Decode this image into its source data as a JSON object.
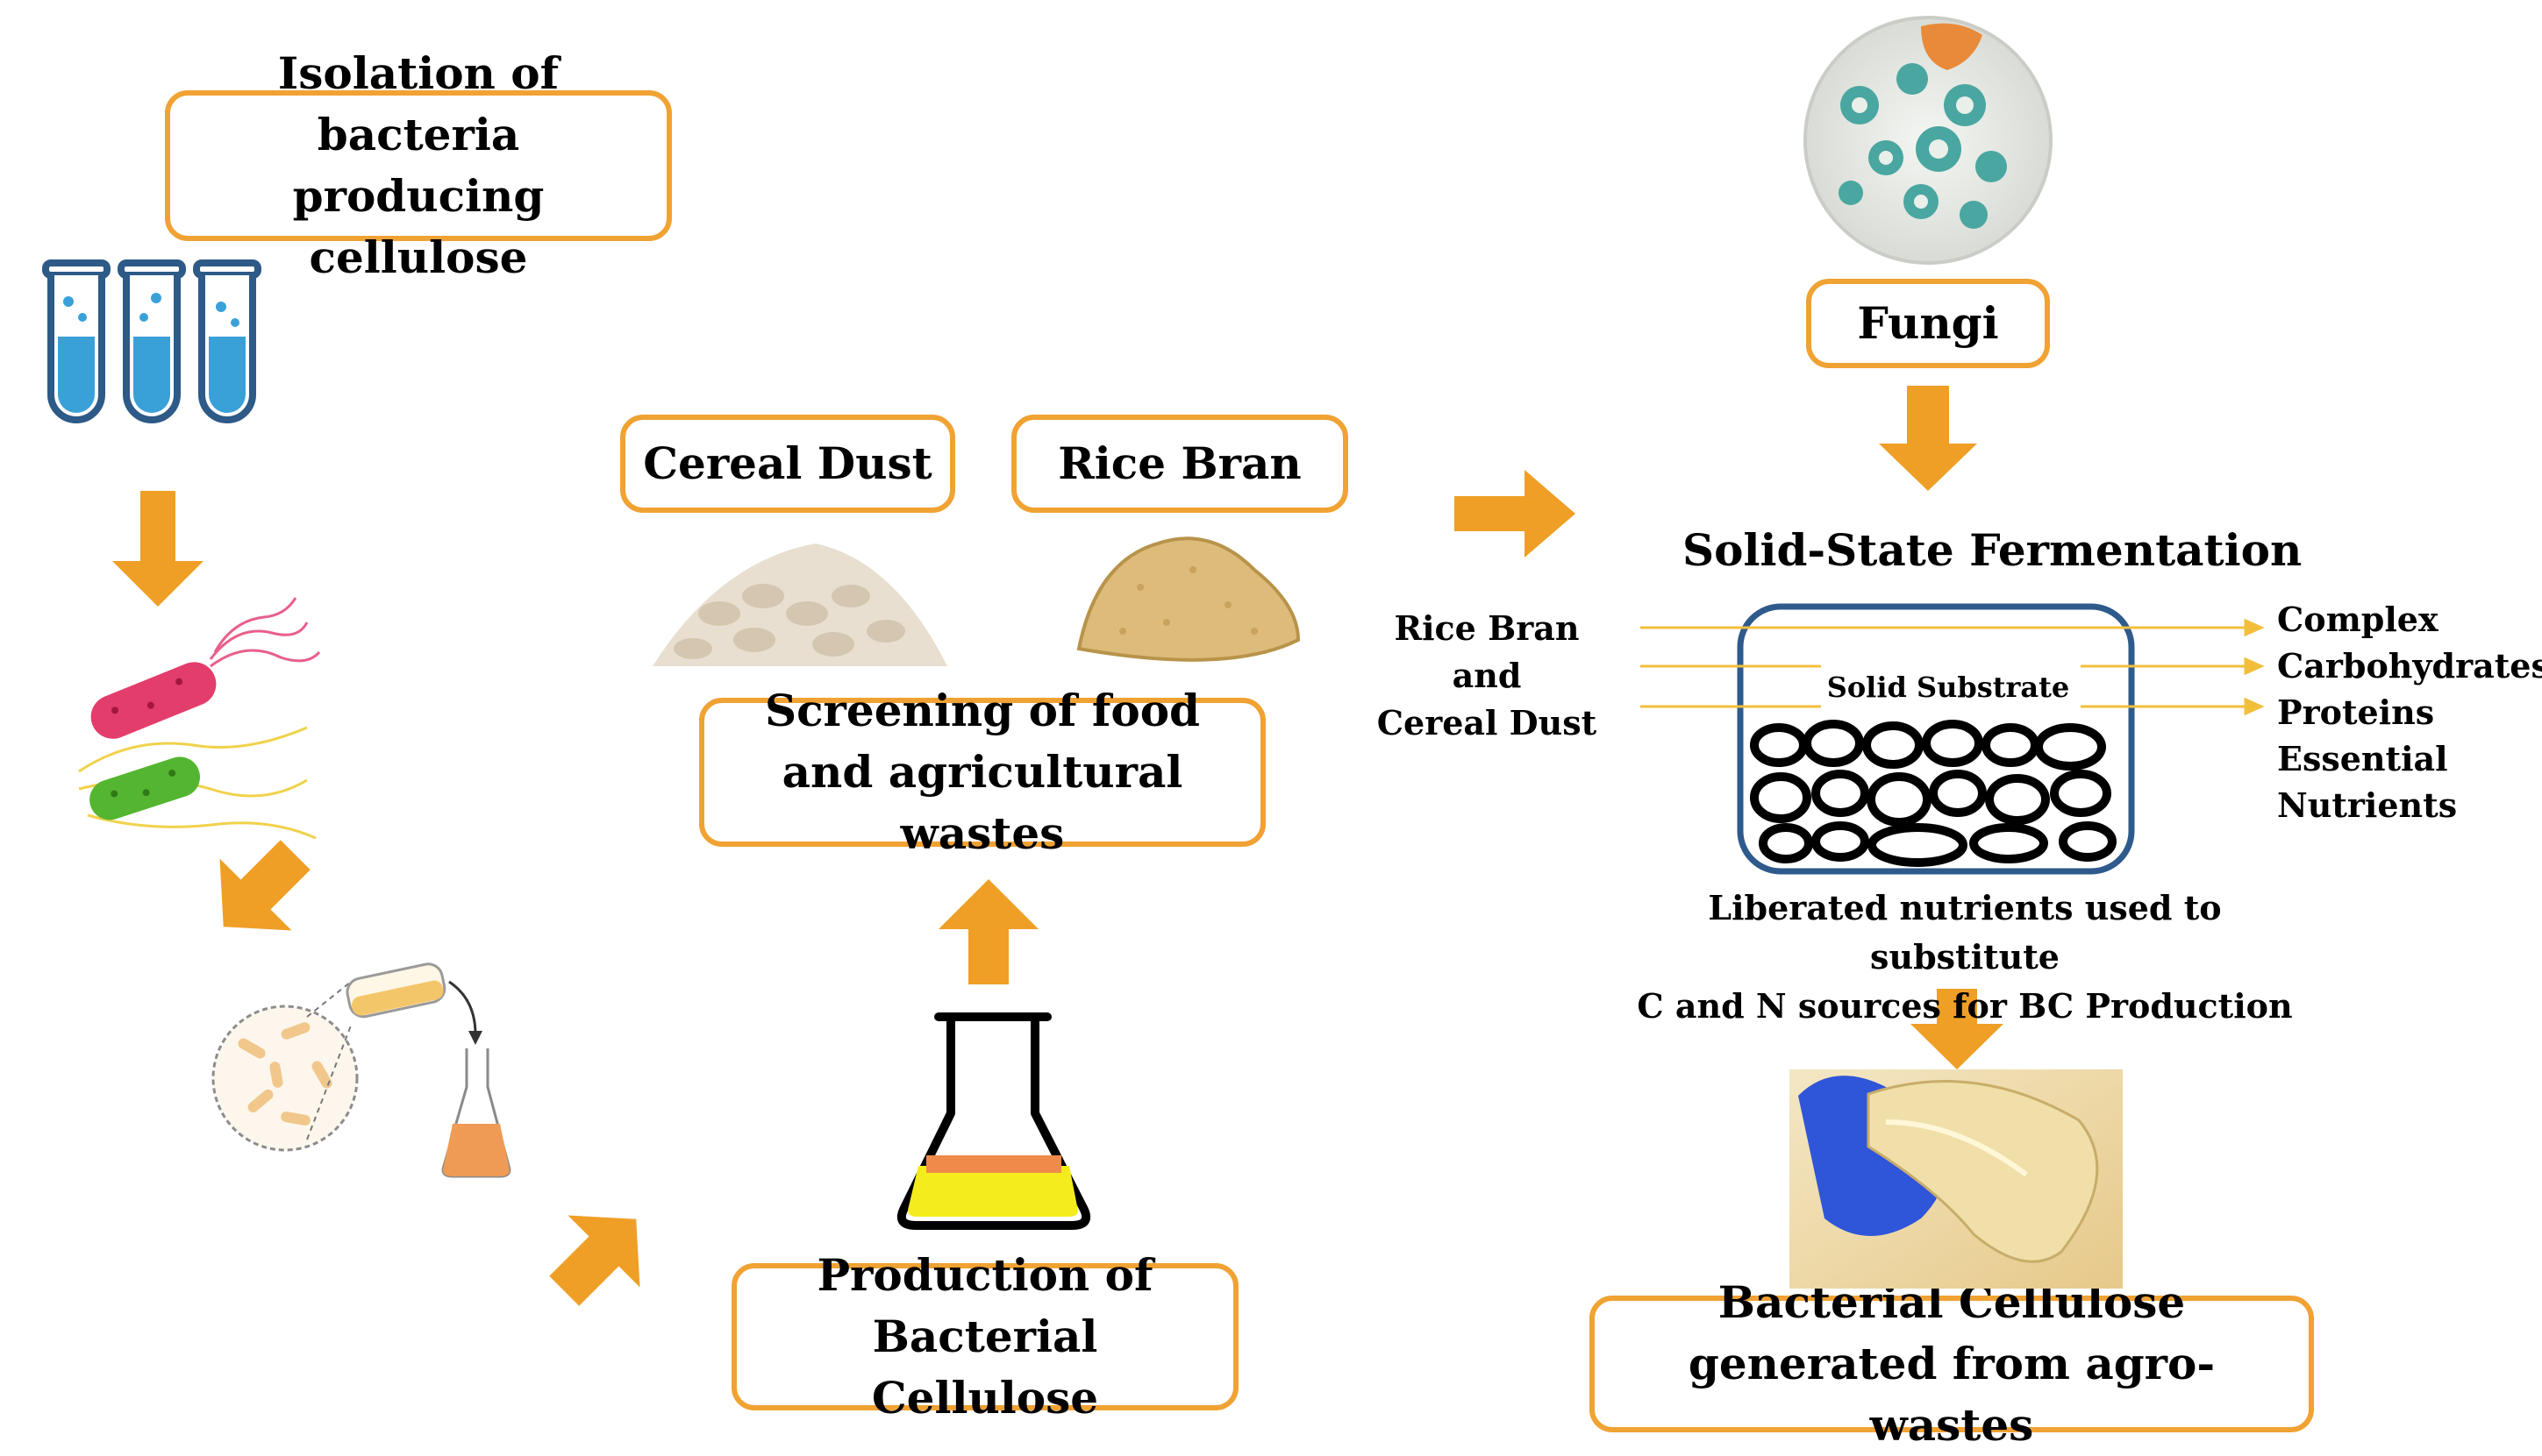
{
  "boxes": {
    "isolation": "Isolation of bacteria producing cellulose",
    "cereal_dust": "Cereal Dust",
    "rice_bran": "Rice Bran",
    "screening": "Screening of food and agricultural wastes",
    "production": "Production of Bacterial Cellulose",
    "fungi": "Fungi",
    "generated": "Bacterial Cellulose generated from agro-wastes"
  },
  "ssf": {
    "title": "Solid-State Fermentation",
    "inputs": [
      "Rice Bran",
      "and",
      "Cereal Dust"
    ],
    "substrate_label": "Solid Substrate",
    "outputs": [
      "Complex",
      "Carbohydrates",
      "Proteins",
      "Essential",
      "Nutrients"
    ],
    "caption": [
      "Liberated nutrients used to substitute",
      "C and N sources for BC Production"
    ]
  },
  "colors": {
    "accent": "#f0a233",
    "arrow": "#ef9f26",
    "vessel_border": "#2e5a8c",
    "flow_line": "#f2bf3c"
  },
  "icons": [
    "test-tubes-icon",
    "bacteria-icon",
    "petri-flask-icon",
    "cereal-pile-icon",
    "rice-bran-pile-icon",
    "culture-flask-icon",
    "fungi-plate-icon",
    "cellulose-photo-icon"
  ]
}
